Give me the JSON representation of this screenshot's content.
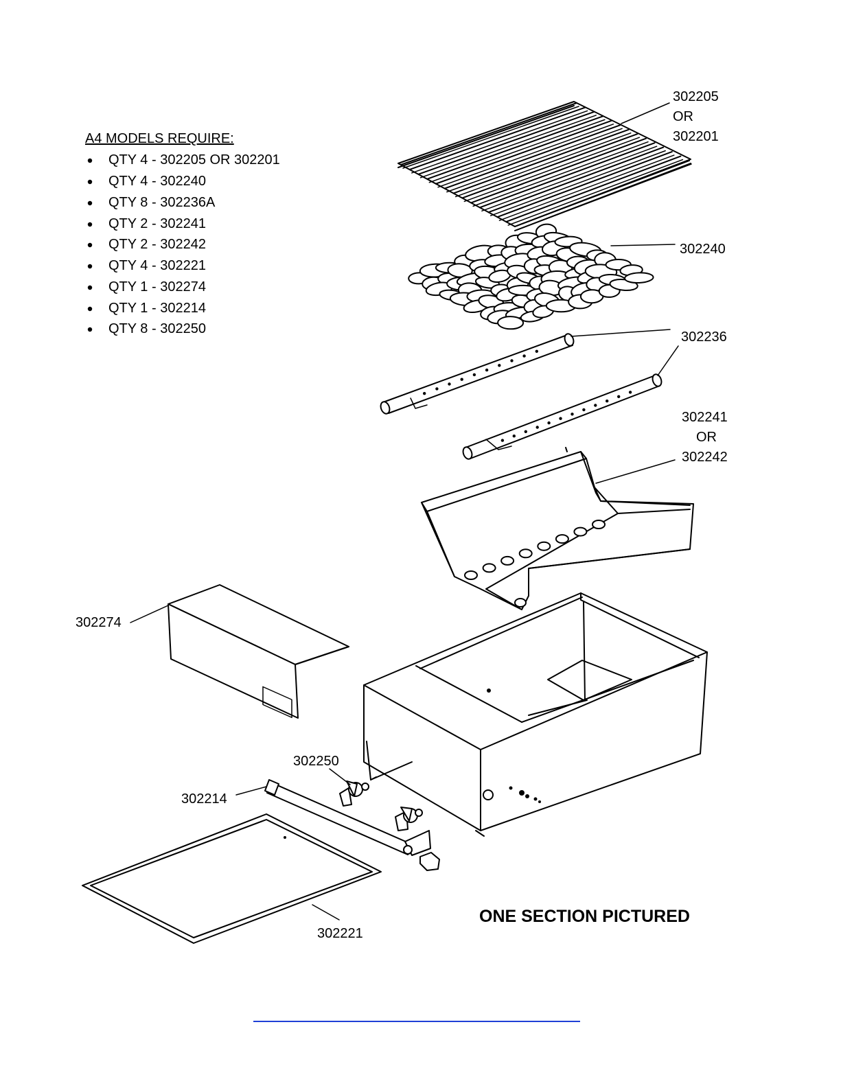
{
  "requirements": {
    "heading": "A4 MODELS REQUIRE:",
    "items": [
      "QTY 4 - 302205 OR 302201",
      "QTY 4 - 302240",
      "QTY 8 - 302236A",
      "QTY 2 - 302241",
      "QTY 2 - 302242",
      "QTY 4 - 302221",
      "QTY 1 - 302274",
      "QTY 1 - 302214",
      "QTY 8 - 302250"
    ]
  },
  "callouts": {
    "grate": [
      "302205",
      "OR",
      "302201"
    ],
    "radiants": "302240",
    "burner": "302236",
    "burner_box": [
      "302241",
      "OR",
      "302242"
    ],
    "heat_shield": "302274",
    "valve": "302250",
    "manifold": "302214",
    "drip_pan": "302221"
  },
  "caption": "ONE SECTION PICTURED",
  "colors": {
    "ink": "#000000",
    "link": "#1f3fd6",
    "paper": "#ffffff"
  }
}
